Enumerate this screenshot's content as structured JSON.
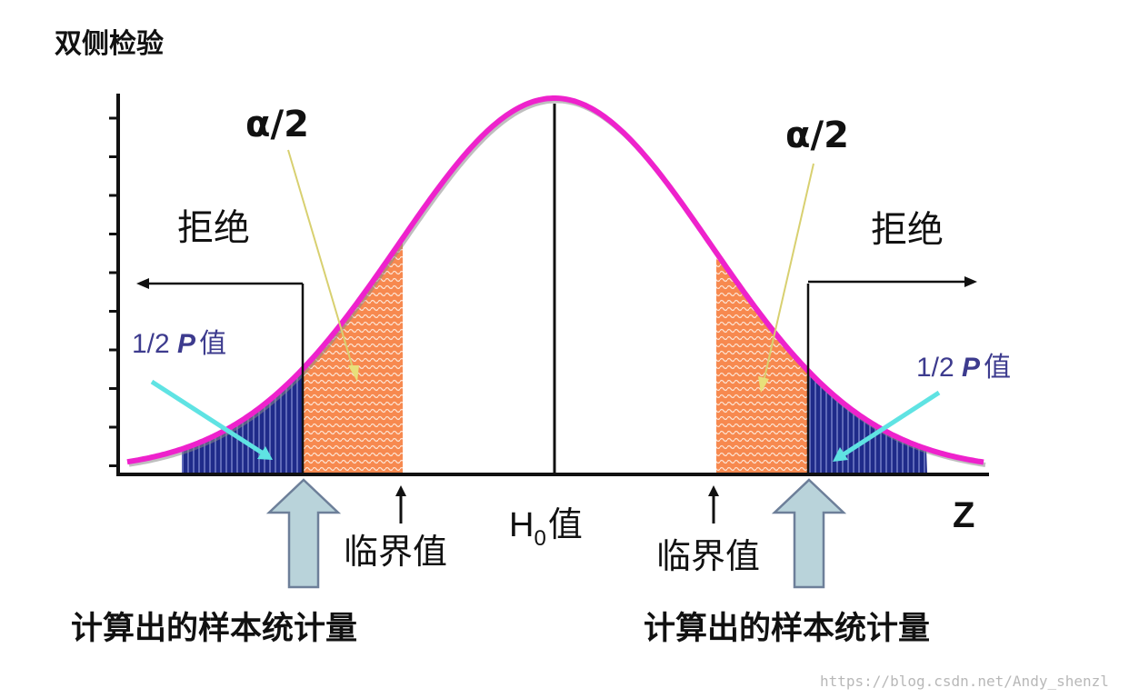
{
  "title": "双侧检验",
  "alpha_label": "α/2",
  "reject_label": "拒绝",
  "half_p_prefix": "1/2 ",
  "half_p_italic": "P",
  "half_p_suffix": "值",
  "critical_label": "临界值",
  "h0_main": "H",
  "h0_sub": "0",
  "h0_suffix": "值",
  "statistic_label": "计算出的样本统计量",
  "axis_label": "Z",
  "watermark": "https://blog.csdn.net/Andy_shenzl",
  "colors": {
    "curve": "#ee22cc",
    "alpha_region": "#f7894f",
    "alpha_hatch": "#fde3d2",
    "pvalue_region": "#1f2b8a",
    "pvalue_hatch": "#8a93d6",
    "block_arrow": "#b9d3da",
    "pointer_line": "#5fe3e3",
    "yellow_line": "#e8e07a",
    "pval_text": "#3d3b8e"
  }
}
